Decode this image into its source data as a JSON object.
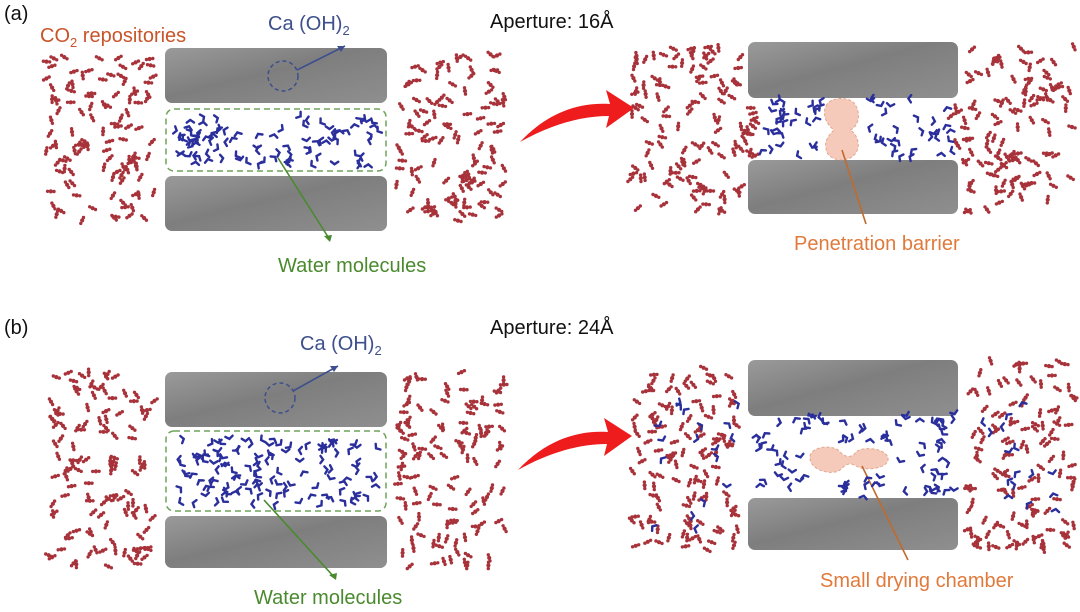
{
  "colors": {
    "co2": "#a8323a",
    "water": "#2a2f9c",
    "slab": "#8c8c8c",
    "arrow_red": "#ee1c1c",
    "co2_text": "#c8552a",
    "caoh_text": "#3d4f8c",
    "water_text": "#4a8a2e",
    "note_text": "#e07a3c",
    "highlight": "#f2b9a3"
  },
  "panel_a": {
    "label": "(a)",
    "aperture": "Aperture: 16Å",
    "co2_label_main": "CO",
    "co2_label_sub": "2",
    "co2_label_rest": " repositories",
    "caoh_main": "Ca (OH)",
    "caoh_sub": "2",
    "water_label": "Water molecules",
    "barrier_label": "Penetration barrier"
  },
  "panel_b": {
    "label": "(b)",
    "aperture": "Aperture: 24Å",
    "caoh_main": "Ca (OH)",
    "caoh_sub": "2",
    "water_label": "Water molecules",
    "chamber_label": "Small drying chamber"
  }
}
